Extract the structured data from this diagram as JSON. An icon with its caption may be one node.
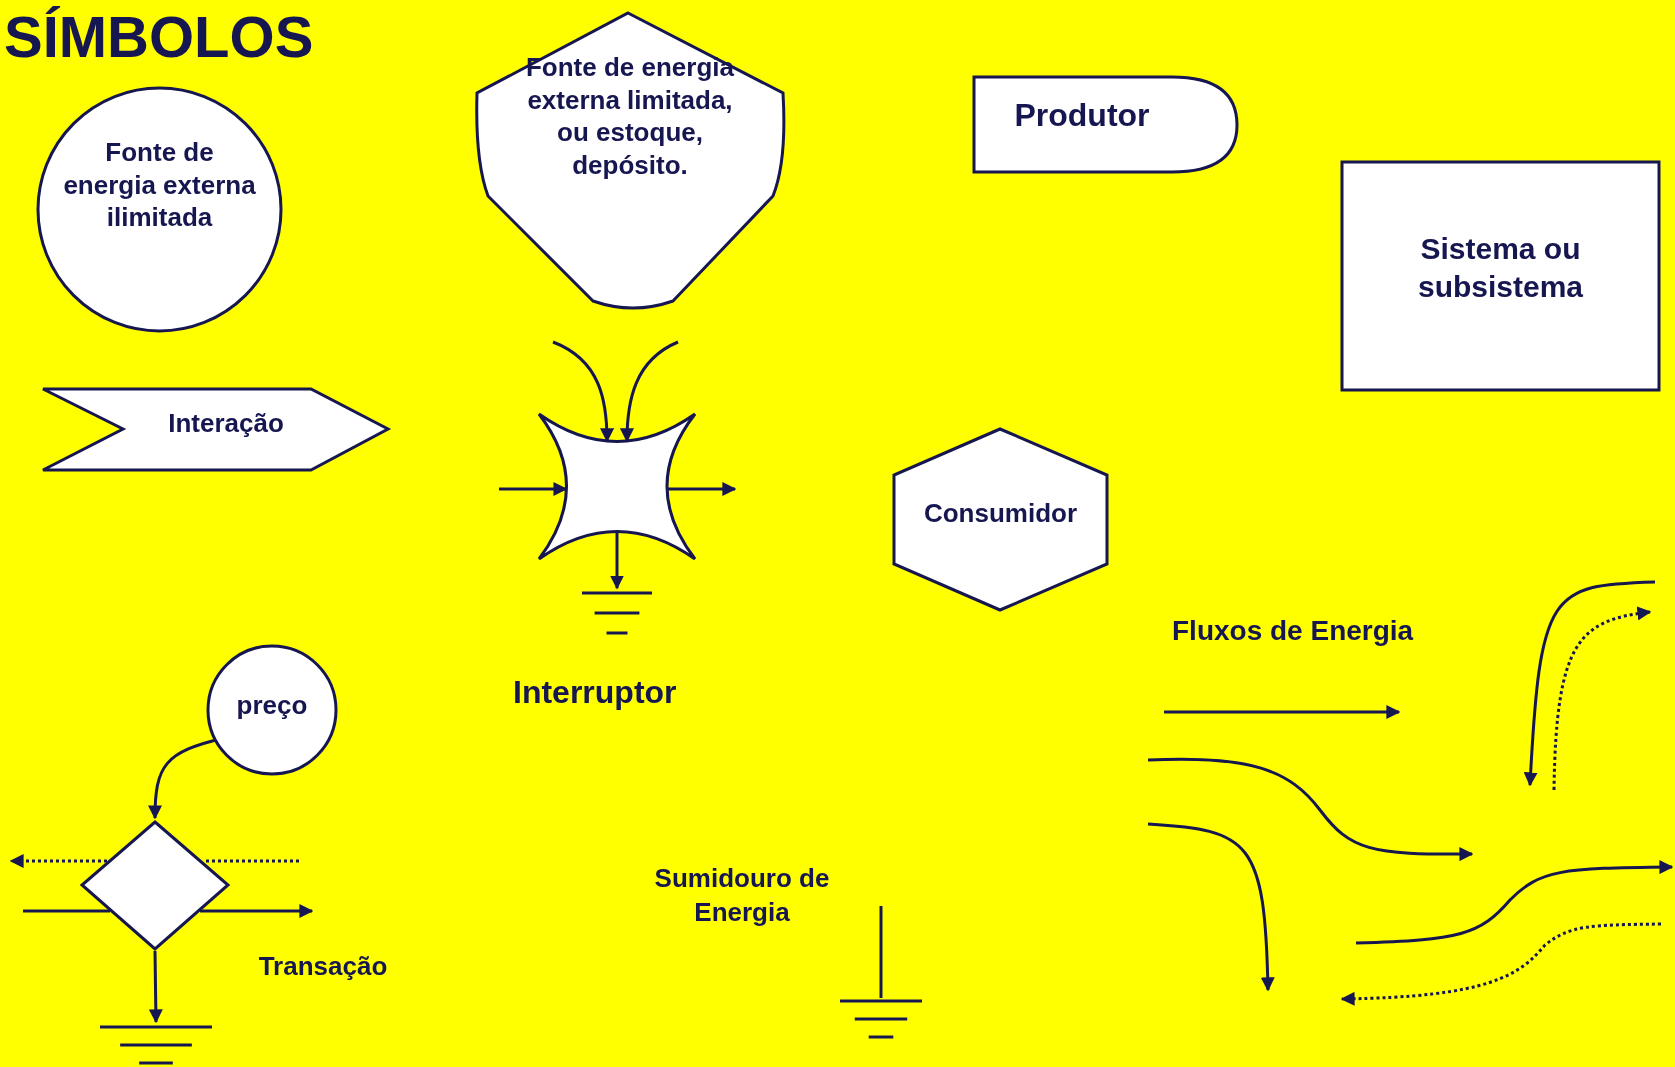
{
  "diagram": {
    "title": "SÍMBOLOS",
    "nodes": [
      {
        "text": [
          "Fonte de energia externa ilimitada"
        ]
      },
      {
        "text": [
          "Fonte de energia externa limitada, ou estoque, depósito."
        ]
      },
      {
        "text": [
          "Produtor"
        ]
      },
      {
        "text": [
          "Sistema ou subsistema"
        ]
      },
      {
        "text": [
          "Interação"
        ]
      },
      {
        "text": [],
        "shape": "star"
      },
      {
        "text": [
          "Consumidor"
        ]
      },
      {
        "text": [
          "preço"
        ]
      },
      {
        "text": [],
        "shape": "diamond",
        "beside": [
          "Transação"
        ]
      },
      {
        "text": [],
        "shape": "ground"
      },
      {
        "text": [],
        "shape": "ground"
      },
      {
        "text": [],
        "shape": "ground",
        "beside": [
          "Sumidouro de Energia"
        ]
      }
    ],
    "edges": [
      {
        "from": null,
        "to": 5,
        "arrow": "to"
      },
      {
        "from": null,
        "to": 5,
        "arrow": "to"
      },
      {
        "from": null,
        "to": 5,
        "arrow": "to"
      },
      {
        "from": 5,
        "to": null,
        "arrow": "to"
      },
      {
        "from": 5,
        "to": 9,
        "arrow": "to"
      },
      {
        "from": 7,
        "to": 8,
        "arrow": "to"
      },
      {
        "from": null,
        "to": 8,
        "arrow": "none",
        "style": "dashed"
      },
      {
        "from": 8,
        "to": null,
        "arrow": "to",
        "style": "dashed"
      },
      {
        "from": null,
        "to": 8,
        "arrow": "none"
      },
      {
        "from": 8,
        "to": null,
        "arrow": "to"
      },
      {
        "from": 8,
        "to": 10,
        "arrow": "to"
      },
      {
        "from": null,
        "to": 11,
        "arrow": "none"
      }
    ],
    "labels": [
      "Interruptor",
      "Fluxos de Energia"
    ]
  }
}
